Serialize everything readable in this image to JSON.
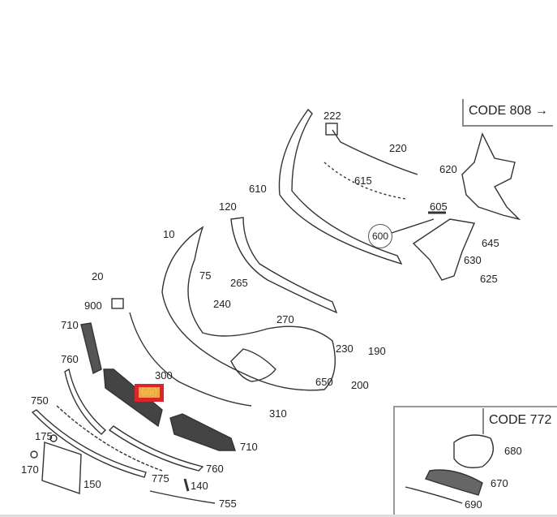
{
  "diagram": {
    "highlighted_part": "660",
    "codes": {
      "code_808": "CODE 808 →",
      "code_772": "CODE 772"
    },
    "callout_circle": "600",
    "labels": {
      "p222": "222",
      "p220": "220",
      "p615": "615",
      "p610": "610",
      "p605": "605",
      "p620": "620",
      "p645": "645",
      "p630": "630",
      "p625": "625",
      "p120": "120",
      "p10": "10",
      "p20": "20",
      "p75": "75",
      "p265": "265",
      "p900": "900",
      "p240": "240",
      "p270": "270",
      "p710a": "710",
      "p230": "230",
      "p190": "190",
      "p760a": "760",
      "p650": "650",
      "p200": "200",
      "p300": "300",
      "p310": "310",
      "p750": "750",
      "p710b": "710",
      "p175": "175",
      "p170": "170",
      "p760b": "760",
      "p775": "775",
      "p150": "150",
      "p140": "140",
      "p755": "755",
      "p680": "680",
      "p670": "670",
      "p690": "690"
    },
    "colors": {
      "highlight_border": "#d9262b",
      "highlight_fill": "#f2a93b"
    }
  }
}
